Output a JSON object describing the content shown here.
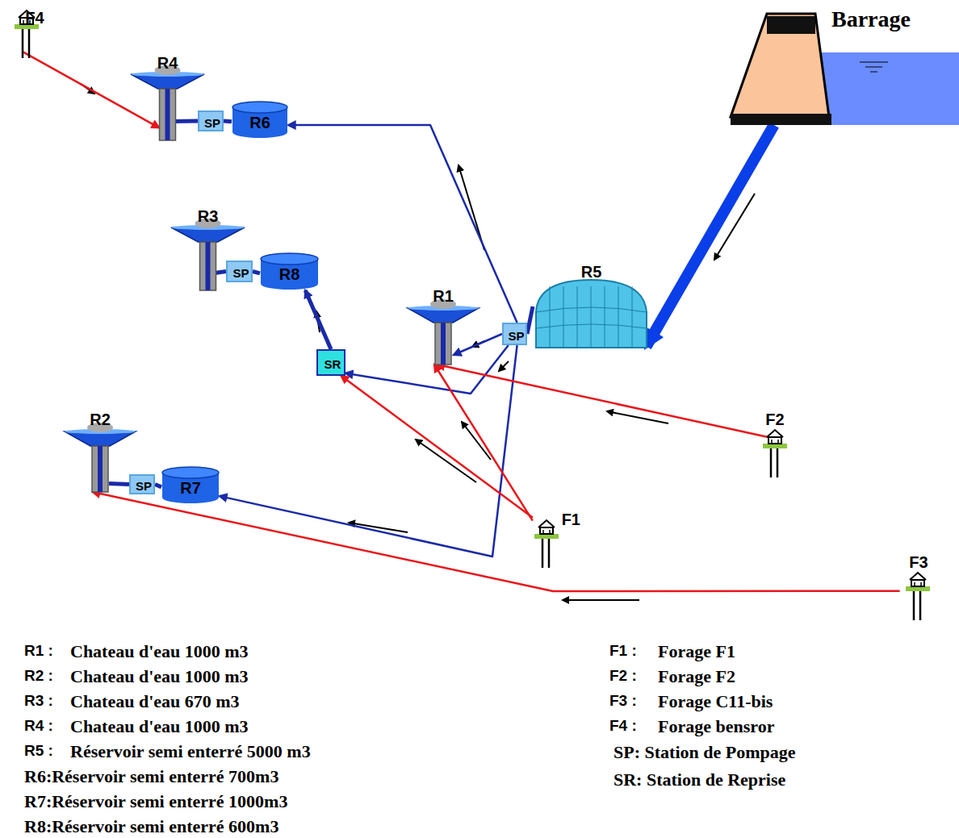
{
  "diagram": {
    "nodes": [
      {
        "text": [
          "F4"
        ]
      },
      {
        "text": [
          "Barrage"
        ]
      },
      {
        "text": [
          "R4"
        ]
      },
      {
        "text": [
          "SP"
        ]
      },
      {
        "text": [
          "R6"
        ]
      },
      {
        "text": [
          "R3"
        ]
      },
      {
        "text": [
          "SP"
        ]
      },
      {
        "text": [
          "R8"
        ]
      },
      {
        "text": [
          "R5"
        ]
      },
      {
        "text": [
          "R1"
        ]
      },
      {
        "text": [
          "SP"
        ]
      },
      {
        "text": [
          "SR"
        ]
      },
      {
        "text": [
          "F2"
        ]
      },
      {
        "text": [
          "R2"
        ]
      },
      {
        "text": [
          "SP"
        ]
      },
      {
        "text": [
          "R7"
        ]
      },
      {
        "text": [
          "F1"
        ]
      },
      {
        "text": [
          "F3"
        ]
      }
    ],
    "edges": [
      {
        "from": 0,
        "to": 2,
        "arrow": "to"
      },
      {
        "from": 1,
        "to": 8,
        "arrow": "to"
      },
      {
        "from": 8,
        "to": 10,
        "arrow": "none"
      },
      {
        "from": 10,
        "to": 4,
        "arrow": "to"
      },
      {
        "from": 4,
        "to": 3,
        "arrow": "none"
      },
      {
        "from": 3,
        "to": 2,
        "arrow": "none"
      },
      {
        "from": 10,
        "to": 9,
        "arrow": "to"
      },
      {
        "from": 10,
        "to": 11,
        "arrow": "to"
      },
      {
        "from": 10,
        "to": 15,
        "arrow": "to"
      },
      {
        "from": 11,
        "to": 7,
        "arrow": "to"
      },
      {
        "from": 7,
        "to": 6,
        "arrow": "none"
      },
      {
        "from": 6,
        "to": 5,
        "arrow": "none"
      },
      {
        "from": 15,
        "to": 14,
        "arrow": "none"
      },
      {
        "from": 14,
        "to": 13,
        "arrow": "none"
      },
      {
        "from": 12,
        "to": 9,
        "arrow": "to"
      },
      {
        "from": 16,
        "to": 9,
        "arrow": "to"
      },
      {
        "from": 16,
        "to": 11,
        "arrow": "to"
      },
      {
        "from": 17,
        "to": 13,
        "arrow": "to"
      }
    ],
    "labels": [
      "R1 :",
      "Chateau d'eau 1000 m3",
      "R2 :",
      "Chateau d'eau 1000 m3",
      "R3 :",
      "Chateau d'eau 670 m3",
      "R4 :",
      "Chateau d'eau 1000 m3",
      "R5 :",
      "Réservoir semi enterré 5000 m3",
      "R6:Réservoir semi enterré 700m3",
      "R7:Réservoir semi enterré 1000m3",
      "R8:Réservoir semi enterré 600m3",
      "F1 :",
      "Forage F1",
      "F2 :",
      "Forage F2",
      "F3 :",
      "Forage C11-bis",
      "F4 :",
      "Forage bensror",
      "SP: Station de Pompage",
      "SR: Station de Reprise"
    ]
  }
}
